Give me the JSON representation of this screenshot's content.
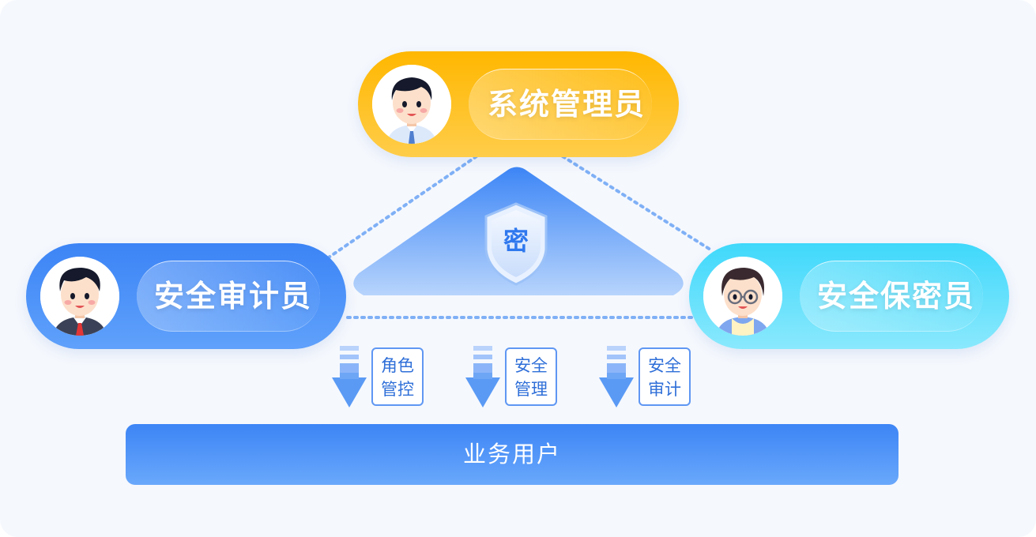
{
  "roles": {
    "admin": {
      "label": "系统管理员"
    },
    "auditor": {
      "label": "安全审计员"
    },
    "secrecy": {
      "label": "安全保密员"
    }
  },
  "shield": {
    "text": "密"
  },
  "functions": [
    {
      "line1": "角色",
      "line2": "管控"
    },
    {
      "line1": "安全",
      "line2": "管理"
    },
    {
      "line1": "安全",
      "line2": "审计"
    }
  ],
  "business_users": {
    "label": "业务用户"
  },
  "colors": {
    "admin": "#ffb700",
    "auditor": "#3c84f6",
    "secrecy": "#3fd8fb",
    "accent": "#2f78ee",
    "background": "#f5f8fd"
  },
  "icons": {
    "admin": "male-admin-avatar-icon",
    "auditor": "male-auditor-avatar-icon",
    "secrecy": "glasses-avatar-icon",
    "shield": "shield-icon",
    "arrow": "down-arrow-icon"
  }
}
